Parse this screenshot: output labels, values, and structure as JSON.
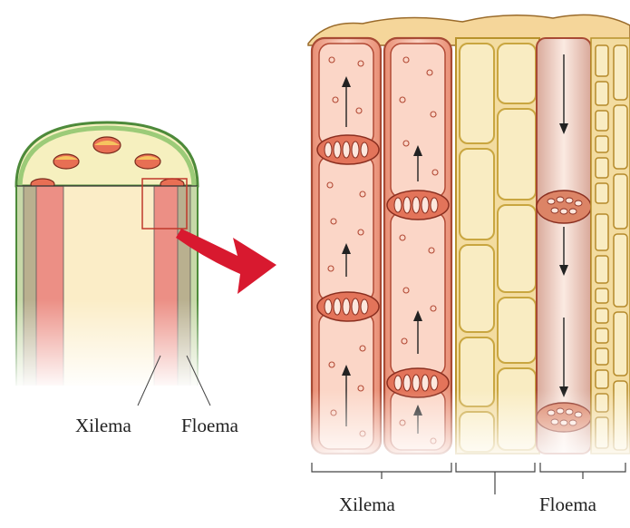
{
  "labels": {
    "stem_xylem": "Xilema",
    "stem_phloem": "Floema",
    "detail_xylem": "Xilema",
    "detail_phloem": "Floema"
  },
  "colors": {
    "xylem_fill": "#f0a58c",
    "xylem_dark": "#d4664a",
    "xylem_line": "#b84a35",
    "phloem_fill": "#f9ecc2",
    "phloem_line": "#c9a640",
    "pith": "#fbedc7",
    "epidermis": "#8fb870",
    "arrow": "#d8192f"
  },
  "icons": {
    "pointer": "curved-arrow-icon"
  }
}
